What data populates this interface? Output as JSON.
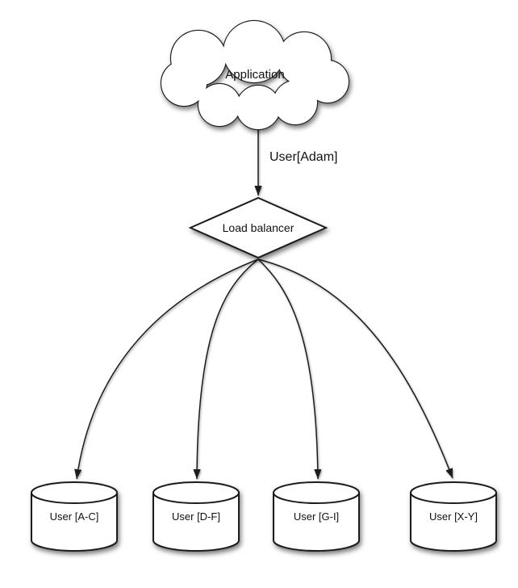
{
  "colors": {
    "stroke": "#1a1a1a",
    "shape_fill": "#ffffff",
    "text": "#111111",
    "background": "#ffffff"
  },
  "nodes": {
    "application": {
      "label": "Application",
      "shape": "cloud"
    },
    "load_balancer": {
      "label": "Load balancer",
      "shape": "diamond"
    }
  },
  "edge": {
    "request_label": "User[Adam]"
  },
  "shards": [
    {
      "label": "User [A-C]",
      "shape": "cylinder"
    },
    {
      "label": "User [D-F]",
      "shape": "cylinder"
    },
    {
      "label": "User [G-I]",
      "shape": "cylinder"
    },
    {
      "label": "User [X-Y]",
      "shape": "cylinder"
    }
  ]
}
